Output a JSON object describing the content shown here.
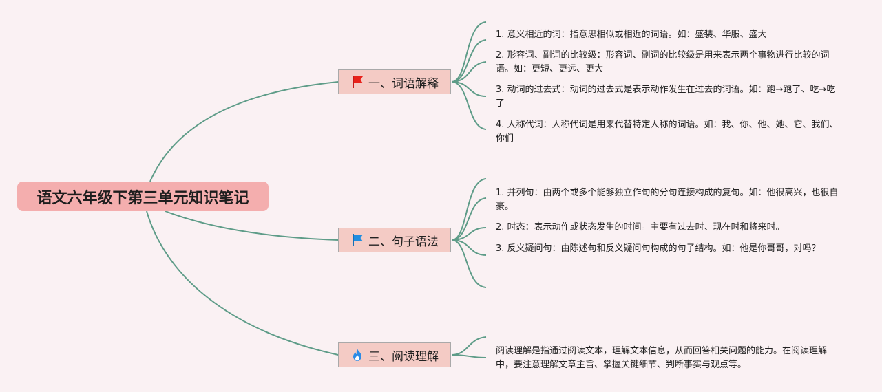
{
  "root": {
    "label": "语文六年级下第三单元知识笔记"
  },
  "branches": [
    {
      "label": "一、词语解释",
      "icon": "red-flag-icon",
      "icon_color": "#e8221b",
      "items": [
        "1. 意义相近的词：指意思相似或相近的词语。如：盛装、华服、盛大",
        "2. 形容词、副词的比较级：形容词、副词的比较级是用来表示两个事物进行比较的词语。如：更短、更远、更大",
        "3. 动词的过去式：动词的过去式是表示动作发生在过去的词语。如：跑→跑了、吃→吃了",
        "4. 人称代词：人称代词是用来代替特定人称的词语。如：我、你、他、她、它、我们、你们"
      ]
    },
    {
      "label": "二、句子语法",
      "icon": "blue-flag-icon",
      "icon_color": "#1f8de0",
      "items": [
        "1. 并列句：由两个或多个能够独立作句的分句连接构成的复句。如：他很高兴，也很自豪。",
        "2. 时态：表示动作或状态发生的时间。主要有过去时、现在时和将来时。",
        "3. 反义疑问句：由陈述句和反义疑问句构成的句子结构。如：他是你哥哥，对吗？"
      ]
    },
    {
      "label": "三、阅读理解",
      "icon": "fire-icon",
      "icon_color": "#2b8be6",
      "items": [
        "阅读理解是指通过阅读文本，理解文本信息，从而回答相关问题的能力。在阅读理解中，要注意理解文章主旨、掌握关键细节、判断事实与观点等。"
      ]
    }
  ],
  "colors": {
    "background": "#faf1f3",
    "connector": "#5e9c88",
    "root_fill": "#f4aeae",
    "branch_fill": "#f4cbc5"
  }
}
